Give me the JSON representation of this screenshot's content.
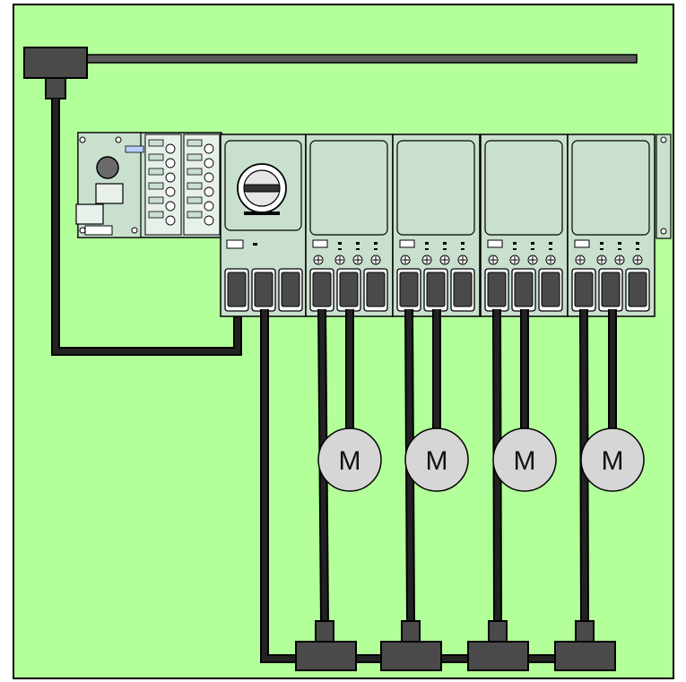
{
  "diagram": {
    "background_color": "#b3ff99",
    "panel_color": "#c9e0cf",
    "cable_color": "#111111",
    "connector_color": "#4a4a4a",
    "motor_fill": "#d6d6d6",
    "motors": [
      {
        "label": "M"
      },
      {
        "label": "M"
      },
      {
        "label": "M"
      },
      {
        "label": "M"
      }
    ],
    "icons": [
      "power-connector-icon",
      "main-switch-icon",
      "motor-icon",
      "t-connector-icon"
    ]
  }
}
